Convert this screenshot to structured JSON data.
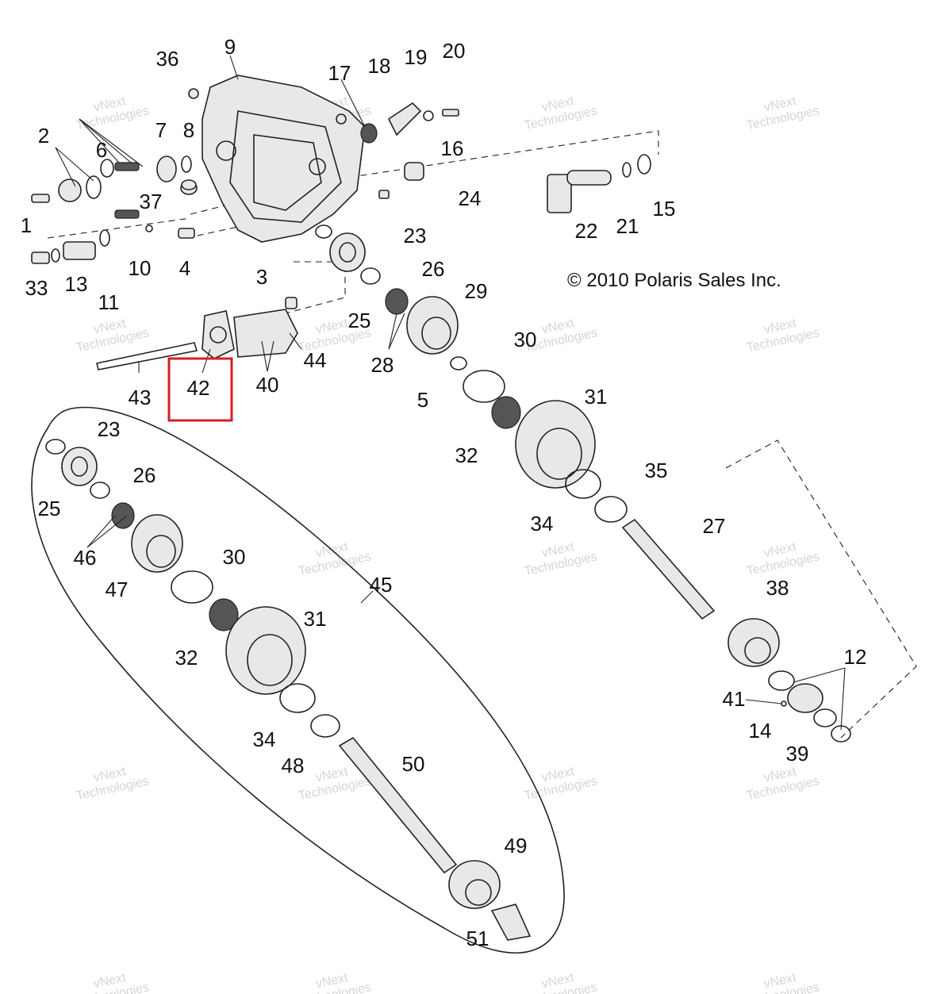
{
  "copyright": "© 2010 Polaris Sales Inc.",
  "watermark": {
    "line1": "vNext",
    "line2": "Technologies"
  },
  "highlight": {
    "callout": "42",
    "color": "#d0202a"
  },
  "callouts": [
    "1",
    "2",
    "3",
    "4",
    "5",
    "6",
    "7",
    "8",
    "9",
    "10",
    "11",
    "12",
    "13",
    "14",
    "15",
    "16",
    "17",
    "18",
    "19",
    "20",
    "21",
    "22",
    "23",
    "24",
    "25",
    "26",
    "27",
    "28",
    "29",
    "30",
    "31",
    "32",
    "33",
    "34",
    "35",
    "36",
    "37",
    "38",
    "39",
    "40",
    "41",
    "42",
    "43",
    "44",
    "45",
    "46",
    "47",
    "48",
    "49",
    "50",
    "51"
  ]
}
